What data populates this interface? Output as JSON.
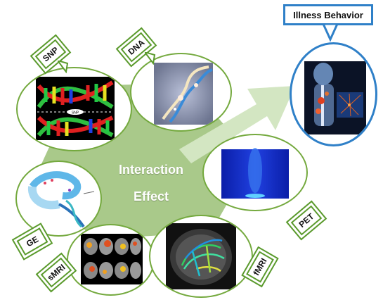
{
  "center": {
    "line1": "Interaction",
    "line2": "Effect"
  },
  "title_box": {
    "label": "Illness Behavior"
  },
  "labels": {
    "snp": "SNP",
    "dna": "DNA",
    "pet": "PET",
    "fmri": "fMRI",
    "smri": "sMRI",
    "ge": "GE",
    "snp_badge": "SNP"
  },
  "colors": {
    "hex_fill": "#a9c98a",
    "circle_border": "#74a93e",
    "title_border": "#2f80c8",
    "arrow": "#d3e6c2"
  }
}
